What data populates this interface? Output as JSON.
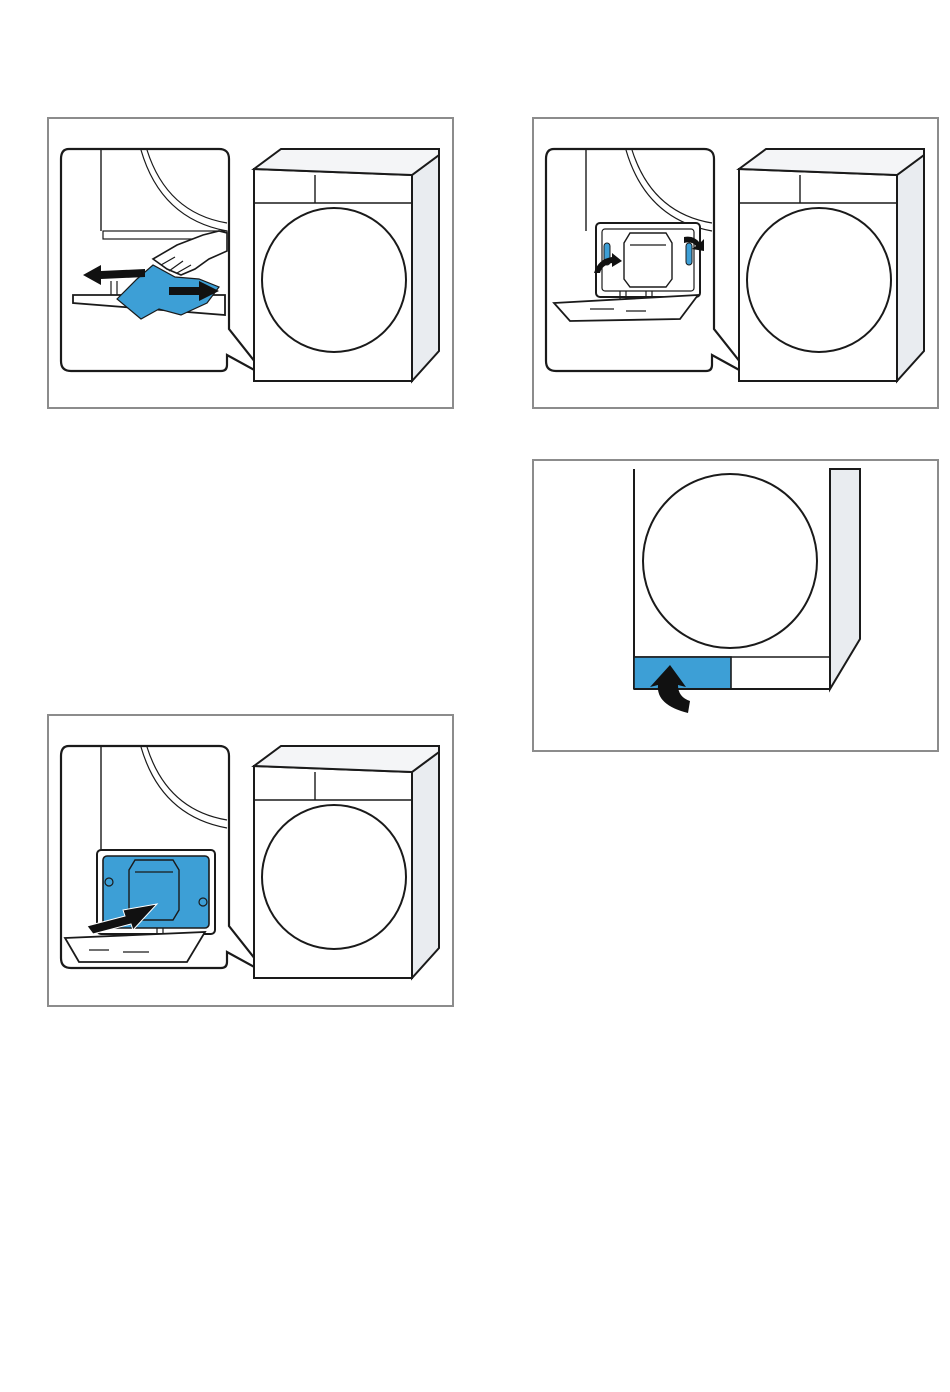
{
  "document": {
    "figures": [
      {
        "id": "fig1",
        "subject": "dryer-with-inset-filter-drawer-cleaning"
      },
      {
        "id": "fig2",
        "subject": "dryer-with-inset-open-filter-compartment-levers"
      },
      {
        "id": "fig3",
        "subject": "dryer-front-closing-bottom-flap"
      },
      {
        "id": "fig4",
        "subject": "dryer-with-inset-inserting-heat-exchanger"
      }
    ],
    "colors": {
      "accent_blue": "#3d9fd6",
      "line": "#1a1a1a",
      "panel_side": "#e9ecf0",
      "frame_border": "#8c8c8c"
    },
    "icons": [
      "arrow-left-icon",
      "arrow-right-icon",
      "hand-icon",
      "lever-icon",
      "curved-arrow-up-icon",
      "arrow-into-icon"
    ]
  }
}
